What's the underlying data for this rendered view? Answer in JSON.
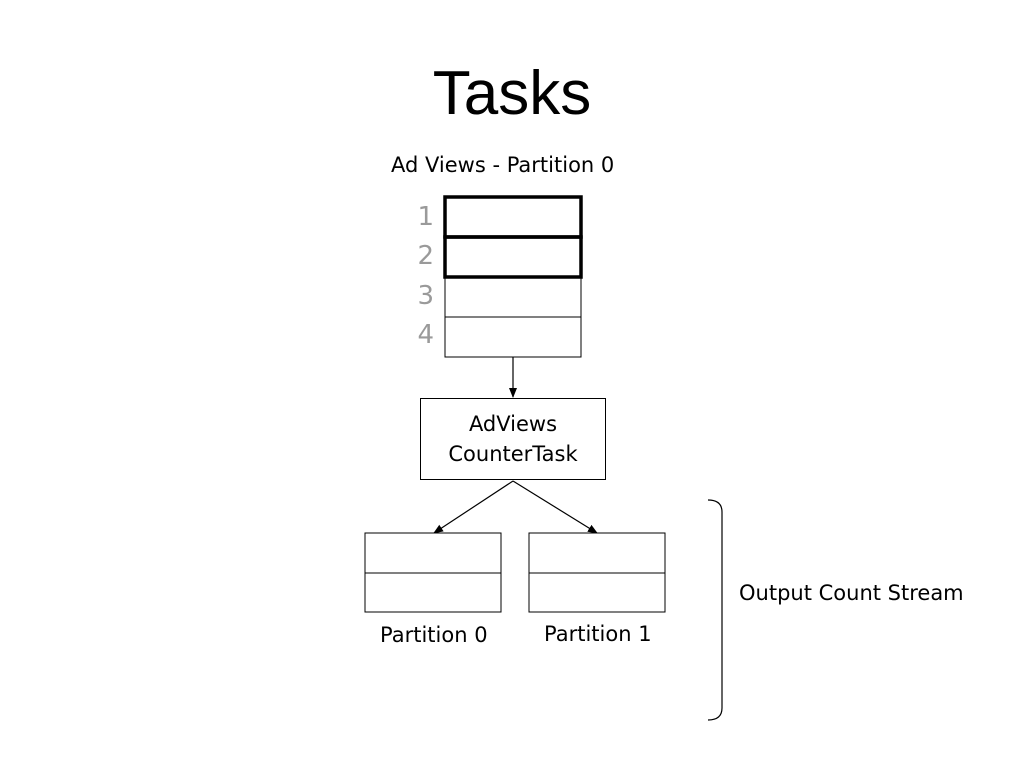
{
  "slide": {
    "title": "Tasks"
  },
  "input_stream": {
    "label": "Ad Views - Partition 0",
    "messages": [
      "1",
      "2",
      "3",
      "4"
    ],
    "highlighted_messages": [
      "1",
      "2"
    ]
  },
  "task": {
    "line1": "AdViews",
    "line2": "CounterTask"
  },
  "output_stream": {
    "label": "Output Count Stream",
    "partitions": [
      "Partition 0",
      "Partition 1"
    ]
  }
}
